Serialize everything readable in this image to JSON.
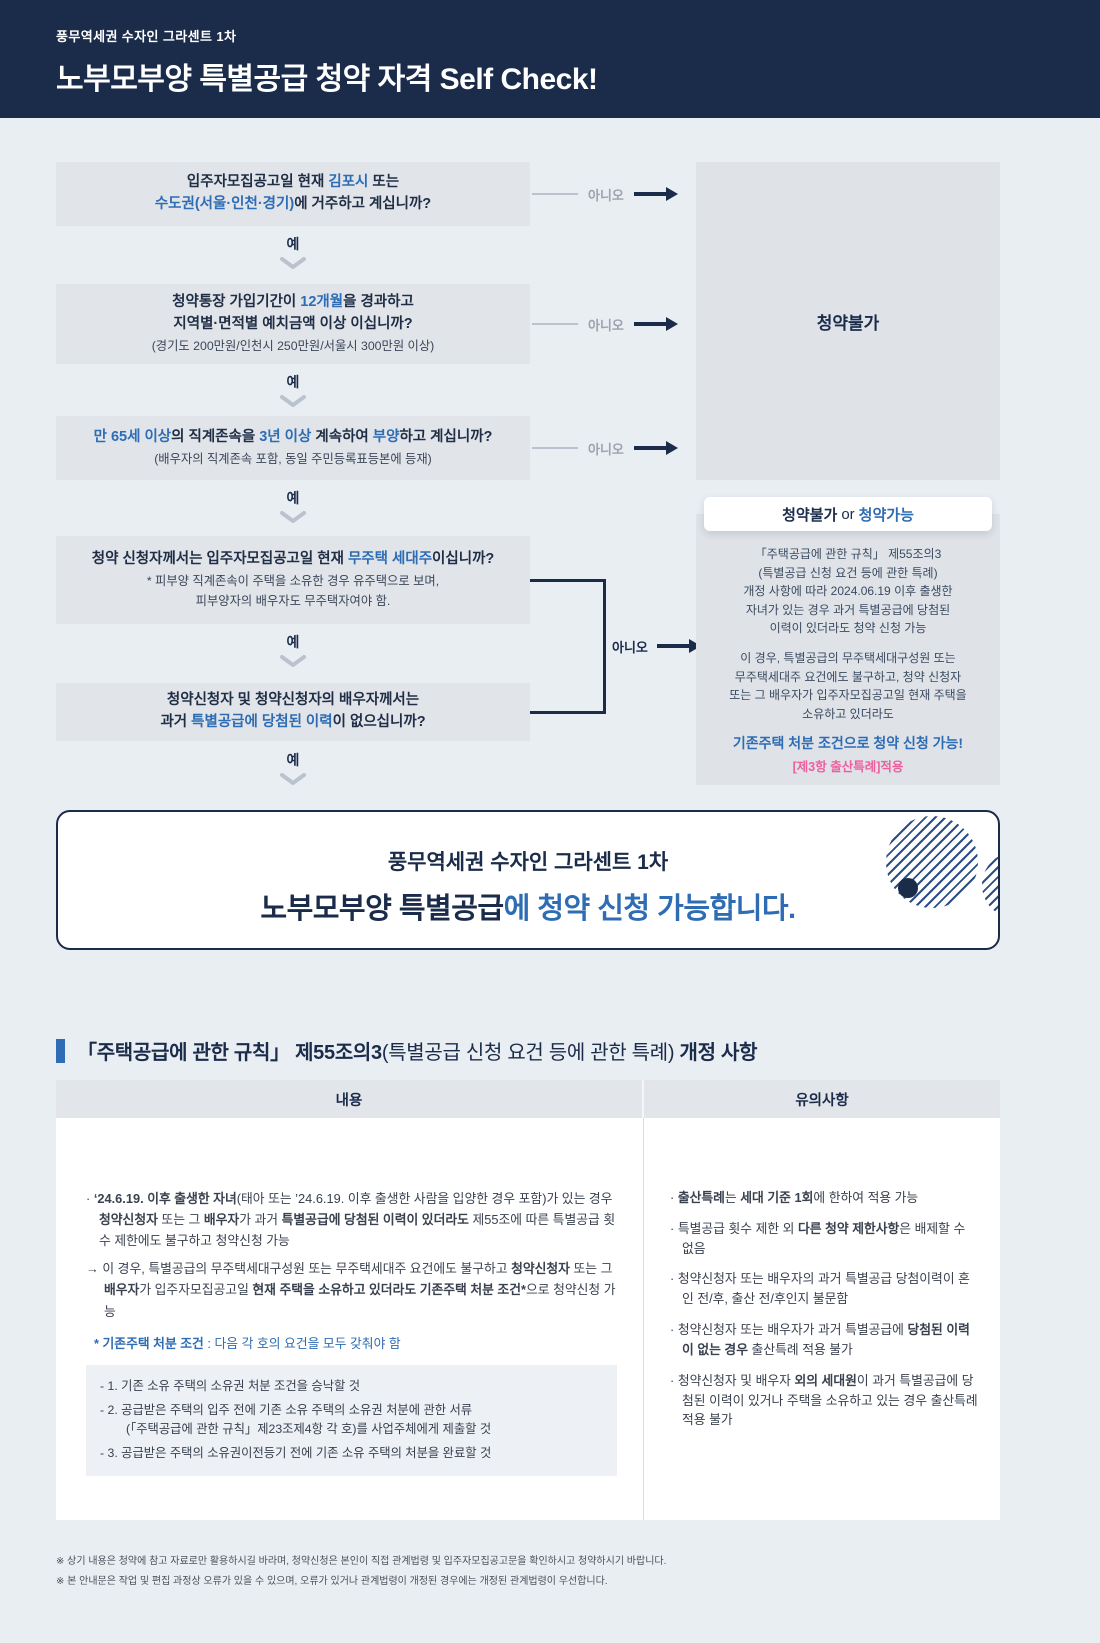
{
  "header": {
    "eyebrow": "풍무역세권 수자인 그라센트 1차",
    "title": "노부모부양 특별공급 청약 자격 Self Check!"
  },
  "flow": {
    "yes": "예",
    "no": "아니오",
    "questions": [
      {
        "lines": [
          [
            {
              "t": "입주자모집공고일 현재 "
            },
            {
              "t": "김포시",
              "c": "hl"
            },
            {
              "t": " 또는"
            }
          ],
          [
            {
              "t": "수도권(서울·인천·경기)",
              "c": "hl"
            },
            {
              "t": "에 거주하고 계십니까?"
            }
          ]
        ]
      },
      {
        "lines": [
          [
            {
              "t": "청약통장 가입기간이 "
            },
            {
              "t": "12개월",
              "c": "hl"
            },
            {
              "t": "을 경과하고"
            }
          ],
          [
            {
              "t": "지역별·면적별 예치금액 이상 이십니까?"
            }
          ]
        ],
        "note": "(경기도 200만원/인천시 250만원/서울시 300만원 이상)"
      },
      {
        "lines": [
          [
            {
              "t": "만 65세 이상",
              "c": "hl"
            },
            {
              "t": "의 직계존속을 "
            },
            {
              "t": "3년 이상",
              "c": "hl"
            },
            {
              "t": " 계속하여 "
            },
            {
              "t": "부양",
              "c": "hl"
            },
            {
              "t": "하고 계십니까?"
            }
          ]
        ],
        "note": "(배우자의 직계존속 포함, 동일 주민등록표등본에 등재)"
      },
      {
        "lines": [
          [
            {
              "t": "청약 신청자께서는 입주자모집공고일 현재 "
            },
            {
              "t": "무주택 세대주",
              "c": "hl"
            },
            {
              "t": "이십니까?"
            }
          ]
        ],
        "note1": "* 피부양 직계존속이 주택을 소유한 경우 유주택으로 보며,",
        "note2": "피부양자의 배우자도 무주택자여야 함."
      },
      {
        "lines": [
          [
            {
              "t": "청약신청자 및 청약신청자의 배우자께서는"
            }
          ],
          [
            {
              "t": "과거 "
            },
            {
              "t": "특별공급에 당첨된 이력",
              "c": "hl"
            },
            {
              "t": "이 없으십니까?"
            }
          ]
        ]
      }
    ]
  },
  "no_box": {
    "title": "청약불가"
  },
  "cond_panel": {
    "pill_a": "청약불가",
    "pill_b": "or",
    "pill_c": "청약가능",
    "p1": "「주택공급에 관한 규칙」 제55조의3\n(특별공급 신청 요건 등에 관한 특례)\n개정 사항에 따라 2024.06.19 이후 출생한\n자녀가 있는 경우 과거 특별공급에 당첨된\n이력이 있더라도 청약 신청 가능",
    "p2": "이 경우, 특별공급의 무주택세대구성원 또는\n무주택세대주 요건에도 불구하고, 청약 신청자\n또는 그 배우자가 입주자모집공고일 현재 주택을\n소유하고 있더라도",
    "highlight": "기존주택 처분 조건으로 청약 신청 가능!",
    "tag": "[제3항 출산특례]적용"
  },
  "result": {
    "line1": "풍무역세권 수자인 그라센트 1차",
    "line2a": "노부모부양 특별공급",
    "line2b": "에 청약 신청 가능합니다."
  },
  "section": {
    "t1": "「주택공급에 관한 규칙」 제55조의3",
    "t2": "(특별공급 신청 요건 등에 관한 특례)",
    "t3": " 개정 사항"
  },
  "table": {
    "headers": [
      "내용",
      "유의사항"
    ],
    "left": {
      "b1": [
        {
          "t": "· "
        },
        {
          "t": "‘24.6.19. 이후 출생한 자녀",
          "c": "b"
        },
        {
          "t": "(태아 또는 ’24.6.19. 이후 출생한 사람을 입양한 경우 포함)가 있는 경우 "
        },
        {
          "t": "청약신청자",
          "c": "b"
        },
        {
          "t": " 또는 그 "
        },
        {
          "t": "배우자",
          "c": "b"
        },
        {
          "t": "가 과거 "
        },
        {
          "t": "특별공급에 당첨된 이력이 있더라도",
          "c": "b"
        },
        {
          "t": " 제55조에 따른 특별공급 횟수 제한에도 불구하고 청약신청 가능"
        }
      ],
      "arrow": [
        {
          "t": "→ 이 경우, 특별공급의 무주택세대구성원 또는 무주택세대주 요건에도 불구하고 "
        },
        {
          "t": "청약신청자",
          "c": "b"
        },
        {
          "t": " 또는 그 "
        },
        {
          "t": "배우자",
          "c": "b"
        },
        {
          "t": "가 입주자모집공고일 "
        },
        {
          "t": "현재 주택을 소유하고 있더라도",
          "c": "b"
        },
        {
          "t": " "
        },
        {
          "t": "기존주택 처분 조건*",
          "c": "b"
        },
        {
          "t": "으로 청약신청 가능"
        }
      ],
      "blue_note": [
        {
          "t": "* 기존주택 처분 조건",
          "c": "b"
        },
        {
          "t": " : 다음 각 호의 요건을 모두 갖춰야 함"
        }
      ],
      "rules": [
        "- 1. 기존 소유 주택의 소유권 처분 조건을 승낙할 것",
        "- 2. 공급받은 주택의 입주 전에 기존 소유 주택의 소유권 처분에 관한 서류\n(「주택공급에 관한 규칙」제23조제4항 각 호)를 사업주체에게 제출할 것",
        "- 3. 공급받은 주택의 소유권이전등기 전에 기존 소유 주택의 처분을 완료할 것"
      ]
    },
    "right": [
      [
        {
          "t": "· "
        },
        {
          "t": "출산특례",
          "c": "b"
        },
        {
          "t": "는 "
        },
        {
          "t": "세대 기준 1회",
          "c": "b"
        },
        {
          "t": "에 한하여 적용 가능"
        }
      ],
      [
        {
          "t": "· 특별공급 횟수 제한 외 "
        },
        {
          "t": "다른 청약 제한사항",
          "c": "b"
        },
        {
          "t": "은 배제할 수 없음"
        }
      ],
      [
        {
          "t": "· 청약신청자 또는 배우자의 과거 특별공급 당첨이력이 혼인 전/후, 출산 전/후인지 불문함"
        }
      ],
      [
        {
          "t": "· 청약신청자 또는 배우자가 과거 특별공급에 "
        },
        {
          "t": "당첨된 이력이 없는 경우",
          "c": "b"
        },
        {
          "t": " 출산특례 적용 불가"
        }
      ],
      [
        {
          "t": "· 청약신청자 및 배우자 "
        },
        {
          "t": "외의 세대원",
          "c": "b"
        },
        {
          "t": "이 과거 특별공급에 당첨된 이력이 있거나 주택을 소유하고 있는 경우 출산특례 적용 불가"
        }
      ]
    ]
  },
  "footer": {
    "n1": "※ 상기 내용은 청약에 참고 자료로만 활용하시길 바라며, 청약신청은 본인이 직접 관계법령 및 입주자모집공고문을 확인하시고 청약하시기 바랍니다.",
    "n2": "※ 본 안내문은 작업 및 편집 과정상 오류가 있을 수 있으며, 오류가 있거나 관계법령이 개정된 경우에는 개정된 관계법령이 우선합니다."
  }
}
